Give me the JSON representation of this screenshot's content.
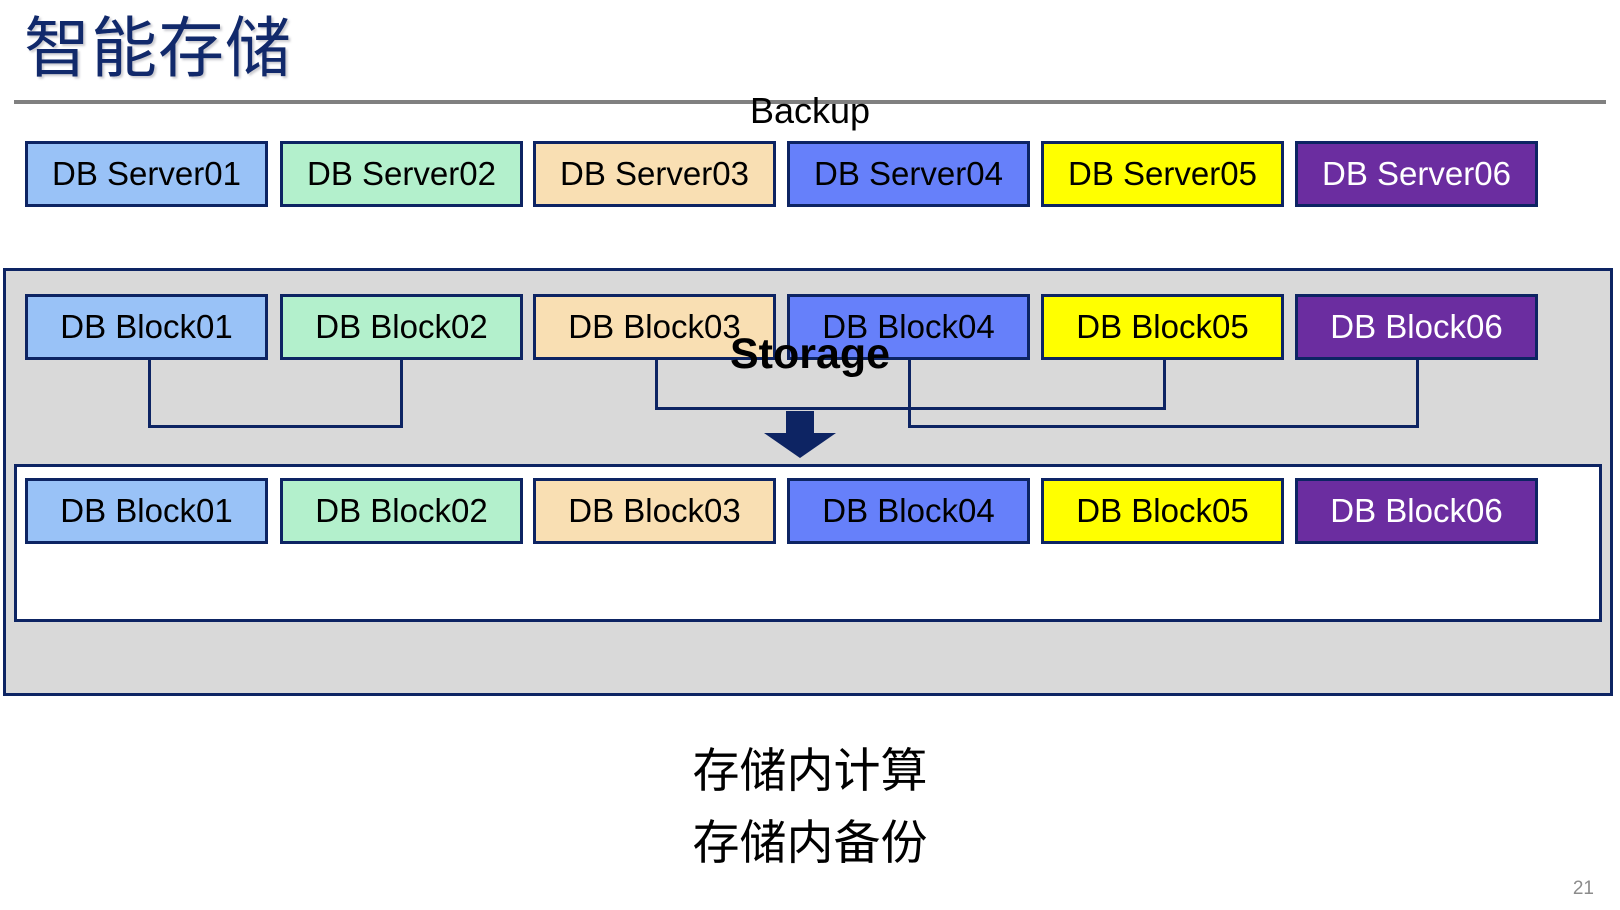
{
  "slide": {
    "title": "智能存储",
    "page_number": "21",
    "accent_navy": "#0d2463",
    "title_color": "#11296b",
    "rule_color": "#808080",
    "storage_fill": "#d9d9d9",
    "backup_fill": "#ffffff"
  },
  "palette": {
    "lightblue": "#99c2f7",
    "mint": "#b3f0cc",
    "peach": "#f9dfb3",
    "blue": "#6680fa",
    "yellow": "#ffff00",
    "purple": "#6b2da0"
  },
  "server_row": {
    "items": [
      {
        "label": "DB Server01",
        "color": "lightblue"
      },
      {
        "label": "DB Server02",
        "color": "mint"
      },
      {
        "label": "DB Server03",
        "color": "peach"
      },
      {
        "label": "DB Server04",
        "color": "blue"
      },
      {
        "label": "DB Server05",
        "color": "yellow"
      },
      {
        "label": "DB Server06",
        "color": "purple"
      }
    ]
  },
  "storage": {
    "label": "Storage",
    "block_row": {
      "items": [
        {
          "label": "DB Block01",
          "color": "lightblue"
        },
        {
          "label": "DB Block02",
          "color": "mint"
        },
        {
          "label": "DB Block03",
          "color": "peach"
        },
        {
          "label": "DB Block04",
          "color": "blue"
        },
        {
          "label": "DB Block05",
          "color": "yellow"
        },
        {
          "label": "DB Block06",
          "color": "purple"
        }
      ]
    },
    "backup": {
      "label": "Backup",
      "items": [
        {
          "label": "DB Block01",
          "color": "lightblue"
        },
        {
          "label": "DB Block02",
          "color": "mint"
        },
        {
          "label": "DB Block03",
          "color": "peach"
        },
        {
          "label": "DB Block04",
          "color": "blue"
        },
        {
          "label": "DB Block05",
          "color": "yellow"
        },
        {
          "label": "DB Block06",
          "color": "purple"
        }
      ]
    },
    "arrow": "down-arrow"
  },
  "caption": {
    "line1": "存储内计算",
    "line2": "存储内备份"
  }
}
